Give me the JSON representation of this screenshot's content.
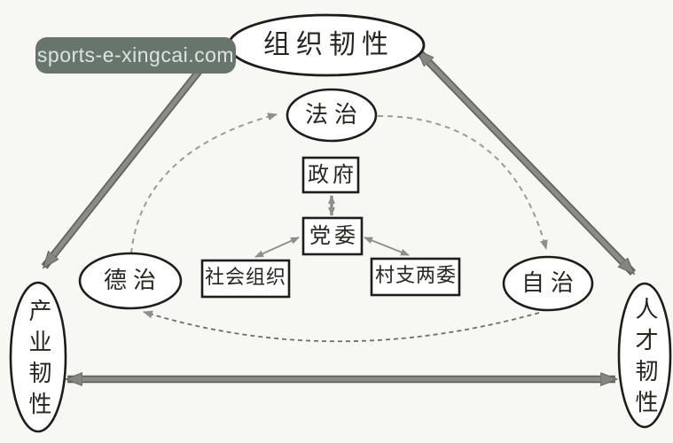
{
  "watermark": {
    "text": "sports-e-xingcai.com"
  },
  "nodes": {
    "organizational_resilience": "组织韧性",
    "rule_of_law": "法治",
    "rule_of_virtue": "德治",
    "autonomy": "自治",
    "industry_resilience": "产业韧性",
    "talent_resilience": "人才韧性",
    "government": "政府",
    "party_committee": "党委",
    "social_organization": "社会组织",
    "village_two_committees": "村支两委"
  },
  "colors": {
    "background": "#f7f8f3",
    "node_border": "#1d1d1b",
    "node_fill": "#ffffff",
    "thick_arrow": "#85867f",
    "thick_arrow_edge": "#62635c",
    "small_arrow": "#8f8f8a",
    "dashed_arc": "#9b9b96",
    "dashed_arc_bottom": "#6e6e68",
    "watermark_bg": "#68756d",
    "watermark_text": "#dde4e0",
    "label_text": "#26261f"
  }
}
